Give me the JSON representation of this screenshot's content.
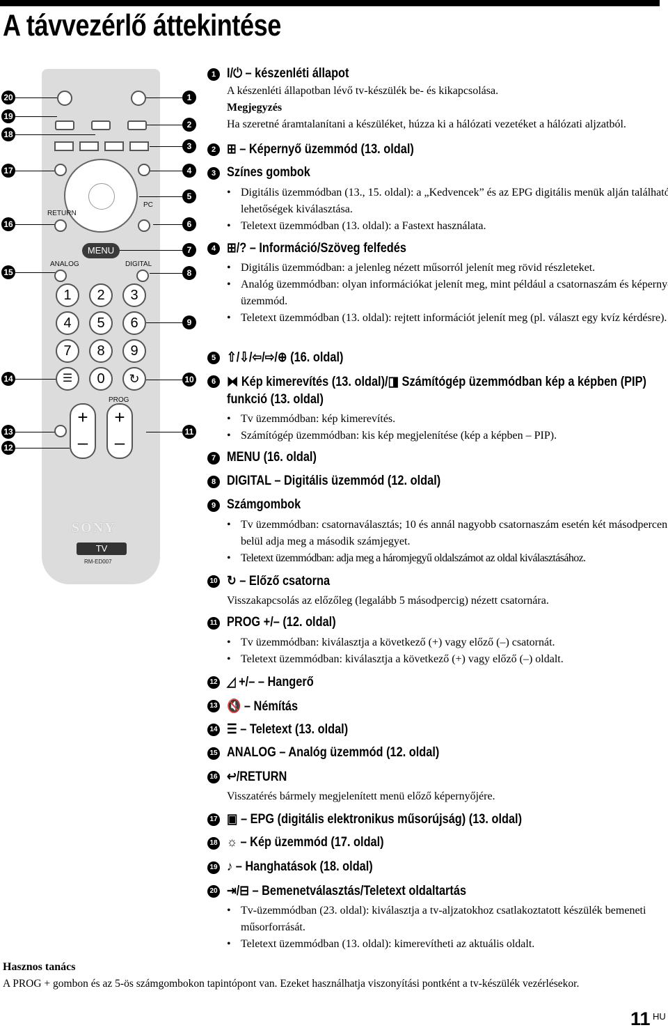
{
  "page_title": "A távvezérlő áttekintése",
  "remote": {
    "callouts_left": [
      "20",
      "19",
      "18",
      "17",
      "16",
      "15",
      "14",
      "13",
      "12"
    ],
    "callouts_right": [
      "1",
      "2",
      "3",
      "4",
      "5",
      "6",
      "7",
      "8",
      "9",
      "10",
      "11"
    ],
    "labels": {
      "return": "RETURN",
      "pc": "PC",
      "menu": "MENU",
      "analog": "ANALOG",
      "digital": "DIGITAL",
      "prog": "PROG",
      "brand": "SONY",
      "tv": "TV",
      "model": "RM-ED007"
    },
    "numbers": [
      "1",
      "2",
      "3",
      "4",
      "5",
      "6",
      "7",
      "8",
      "9",
      "0"
    ],
    "plus": "+",
    "minus": "–"
  },
  "items": [
    {
      "num": "1",
      "title": "I/⏻ – készenléti állapot",
      "paras": [
        {
          "type": "text",
          "text": "A készenléti állapotban lévő tv-készülék be- és kikapcsolása."
        },
        {
          "type": "bold",
          "text": "Megjegyzés"
        },
        {
          "type": "text",
          "text": "Ha szeretné áramtalanítani a készüléket, húzza ki a hálózati vezetéket a hálózati aljzatból."
        }
      ]
    },
    {
      "num": "2",
      "title": "⊞ – Képernyő üzemmód (13. oldal)",
      "paras": []
    },
    {
      "num": "3",
      "title": "Színes gombok",
      "paras": [
        {
          "type": "bullet",
          "text": "Digitális üzemmódban (13., 15. oldal): a „Kedvencek” és az EPG digitális menük alján található lehetőségek kiválasztása."
        },
        {
          "type": "bullet",
          "text": "Teletext üzemmódban (13. oldal): a Fastext használata."
        }
      ]
    },
    {
      "num": "4",
      "title": "⊞/? – Információ/Szöveg felfedés",
      "paras": [
        {
          "type": "bullet",
          "text": "Digitális üzemmódban: a jelenleg nézett műsorról jelenít meg rövid részleteket."
        },
        {
          "type": "bullet",
          "text": "Analóg üzemmódban: olyan információkat jelenít meg, mint például a csatornaszám és képernyő üzemmód."
        },
        {
          "type": "bullet",
          "text": "Teletext üzemmódban (13. oldal): rejtett információt jelenít meg (pl. választ egy kvíz kérdésre)."
        }
      ]
    },
    {
      "num": "5",
      "title": "⇧/⇩/⇦/⇨/⊕ (16. oldal)",
      "paras": []
    },
    {
      "num": "6",
      "title": "⧓ Kép kimerevítés (13. oldal)/◨ Számítógép üzemmódban kép a képben (PIP) funkció (13. oldal)",
      "paras": [
        {
          "type": "bullet",
          "text": "Tv üzemmódban: kép kimerevítés."
        },
        {
          "type": "bullet",
          "text": "Számítógép üzemmódban: kis kép megjelenítése (kép a képben – PIP)."
        }
      ]
    },
    {
      "num": "7",
      "title": "MENU (16. oldal)",
      "paras": []
    },
    {
      "num": "8",
      "title": "DIGITAL – Digitális üzemmód (12. oldal)",
      "paras": []
    },
    {
      "num": "9",
      "title": "Számgombok",
      "paras": [
        {
          "type": "bullet",
          "text": "Tv üzemmódban: csatornaválasztás; 10 és annál nagyobb csatornaszám esetén két másodpercen belül adja meg a második számjegyet."
        },
        {
          "type": "bullet",
          "text": "Teletext üzemmódban: adja meg a háromjegyű oldalszámot az oldal kiválasztásához."
        }
      ]
    },
    {
      "num": "10",
      "title": "↻ – Előző csatorna",
      "paras": [
        {
          "type": "text",
          "text": "Visszakapcsolás az előzőleg (legalább 5 másodpercig) nézett csatornára."
        }
      ]
    },
    {
      "num": "11",
      "title": "PROG +/– (12. oldal)",
      "paras": [
        {
          "type": "bullet",
          "text": "Tv üzemmódban: kiválasztja a következő (+) vagy előző (–) csatornát."
        },
        {
          "type": "bullet",
          "text": "Teletext üzemmódban: kiválasztja a következő (+) vagy előző (–) oldalt."
        }
      ]
    },
    {
      "num": "12",
      "title": "◿ +/– – Hangerő",
      "paras": []
    },
    {
      "num": "13",
      "title": "🔇 – Némítás",
      "paras": []
    },
    {
      "num": "14",
      "title": "☰ – Teletext (13. oldal)",
      "paras": []
    },
    {
      "num": "15",
      "title": "ANALOG – Analóg üzemmód (12. oldal)",
      "paras": []
    },
    {
      "num": "16",
      "title": "↩/RETURN",
      "paras": [
        {
          "type": "text",
          "text": "Visszatérés bármely megjelenített menü előző képernyőjére."
        }
      ]
    },
    {
      "num": "17",
      "title": "▣ – EPG (digitális elektronikus műsorújság) (13. oldal)",
      "paras": []
    },
    {
      "num": "18",
      "title": "☼ – Kép üzemmód (17. oldal)",
      "paras": []
    },
    {
      "num": "19",
      "title": "♪ – Hanghatások (18. oldal)",
      "paras": []
    },
    {
      "num": "20",
      "title": "⇥/⊟ – Bemenetválasztás/Teletext oldaltartás",
      "paras": [
        {
          "type": "bullet",
          "text": "Tv-üzemmódban (23. oldal): kiválasztja a tv-aljzatokhoz csatlakoztatott készülék bemeneti műsorforrását."
        },
        {
          "type": "bullet",
          "text": "Teletext üzemmódban (13. oldal): kimerevítheti az aktuális oldalt."
        }
      ]
    }
  ],
  "tips": {
    "title": "Hasznos tanács",
    "text": "A PROG + gombon és az 5-ös számgombokon tapintópont van. Ezeket használhatja viszonyítási pontként a tv-készülék vezérlésekor."
  },
  "page": {
    "number": "11",
    "lang": "HU"
  }
}
